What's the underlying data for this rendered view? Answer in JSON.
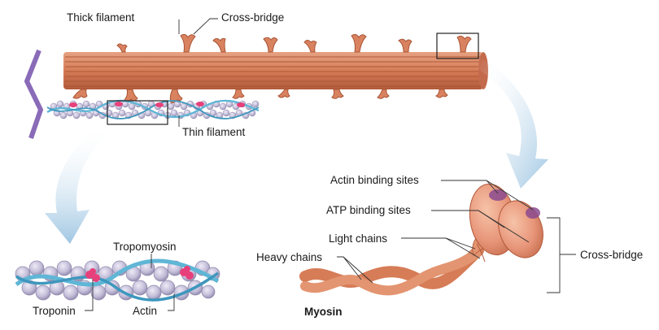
{
  "labels": {
    "thick_filament": "Thick filament",
    "cross_bridge_top": "Cross-bridge",
    "thin_filament": "Thin filament",
    "tropomyosin": "Tropomyosin",
    "troponin": "Troponin",
    "actin": "Actin",
    "actin_binding_sites": "Actin binding sites",
    "atp_binding_sites": "ATP binding sites",
    "light_chains": "Light chains",
    "heavy_chains": "Heavy chains",
    "cross_bridge_right": "Cross-bridge",
    "myosin": "Myosin"
  },
  "colors": {
    "thick_filament": "#d9825e",
    "thick_filament_dark": "#a85536",
    "actin_bead": "#c9c4dc",
    "actin_bead_dark": "#8f88ad",
    "tropomyosin": "#5fb6d6",
    "troponin": "#e8407a",
    "z_line": "#8a6bb8",
    "arrow": "#a9cde6",
    "myosin_head": "#e89a7e",
    "binding_site": "#8a4a8e",
    "leader_line": "#333333"
  }
}
